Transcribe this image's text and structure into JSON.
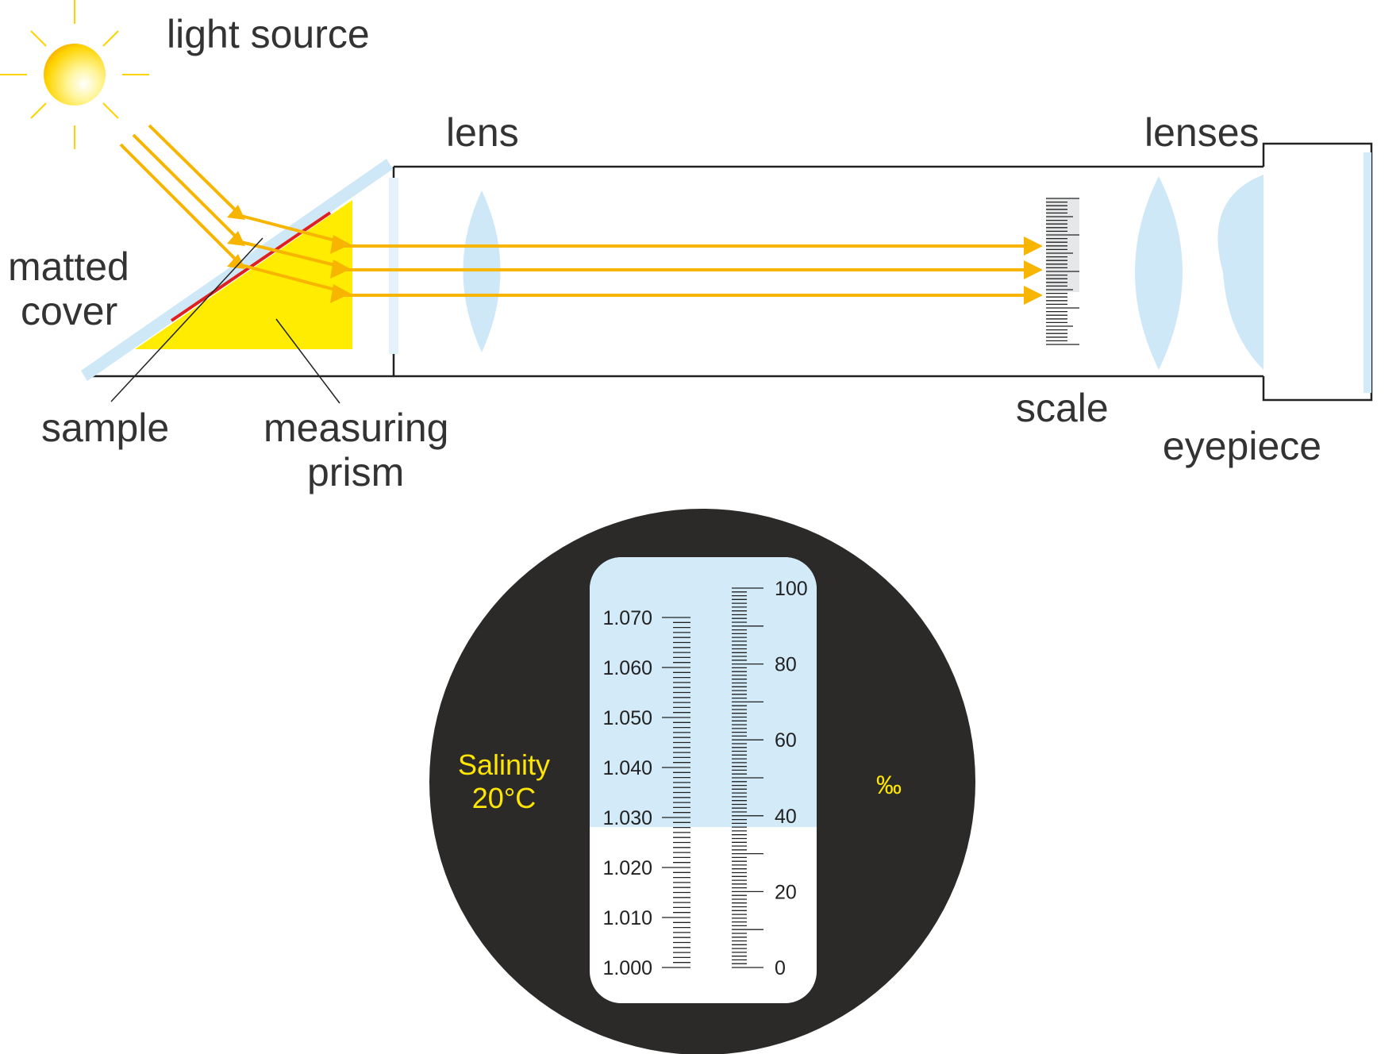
{
  "labels": {
    "light_source": "light source",
    "lens": "lens",
    "lenses": "lenses",
    "matted_cover_line1": "matted",
    "matted_cover_line2": "cover",
    "sample": "sample",
    "measuring_prism_line1": "measuring",
    "measuring_prism_line2": "prism",
    "scale": "scale",
    "eyepiece": "eyepiece"
  },
  "reading": {
    "left_title_line1": "Salinity",
    "left_title_line2": "20°C",
    "right_unit": "‰",
    "sg_ticks": [
      "1.070",
      "1.060",
      "1.050",
      "1.040",
      "1.030",
      "1.020",
      "1.010",
      "1.000"
    ],
    "permille_ticks": [
      "100",
      "80",
      "60",
      "40",
      "20",
      "0"
    ],
    "shadow_line_permille": 37
  },
  "colors": {
    "sun": "#ffd400",
    "ray": "#f7b500",
    "prism": "#ffec00",
    "glass": "#cfe8f7",
    "sample": "#e02020",
    "eyepiece_bg": "#2b2a29",
    "field_light": "#d3ebf9",
    "salinity_text": "#ffe600"
  }
}
